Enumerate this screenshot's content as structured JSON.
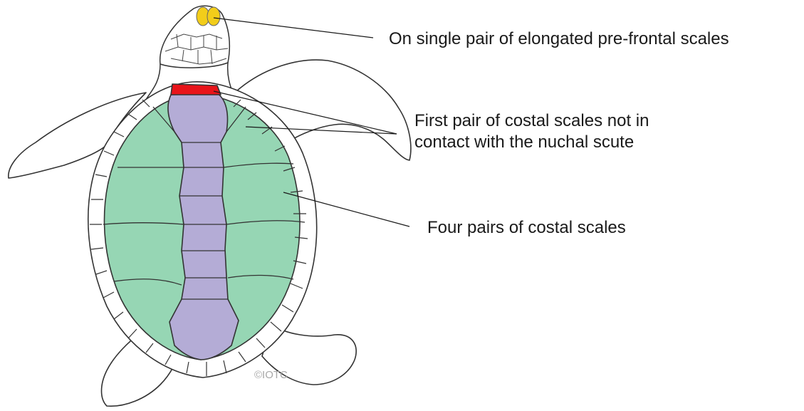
{
  "labels": {
    "prefrontal": "On single pair of elongated pre-frontal scales",
    "costal_first_line1": "First pair of costal scales not in",
    "costal_first_line2": "contact with the nuchal scute",
    "costal_four": "Four pairs of costal scales"
  },
  "copyright": "©IOTC",
  "colors": {
    "prefrontal_scales": "#f2cd1a",
    "nuchal_scute": "#e8141a",
    "vertebral_scutes": "#b4acd6",
    "costal_scutes": "#96d6b4",
    "marginal_scutes": "#ffffff",
    "outline": "#333333"
  }
}
